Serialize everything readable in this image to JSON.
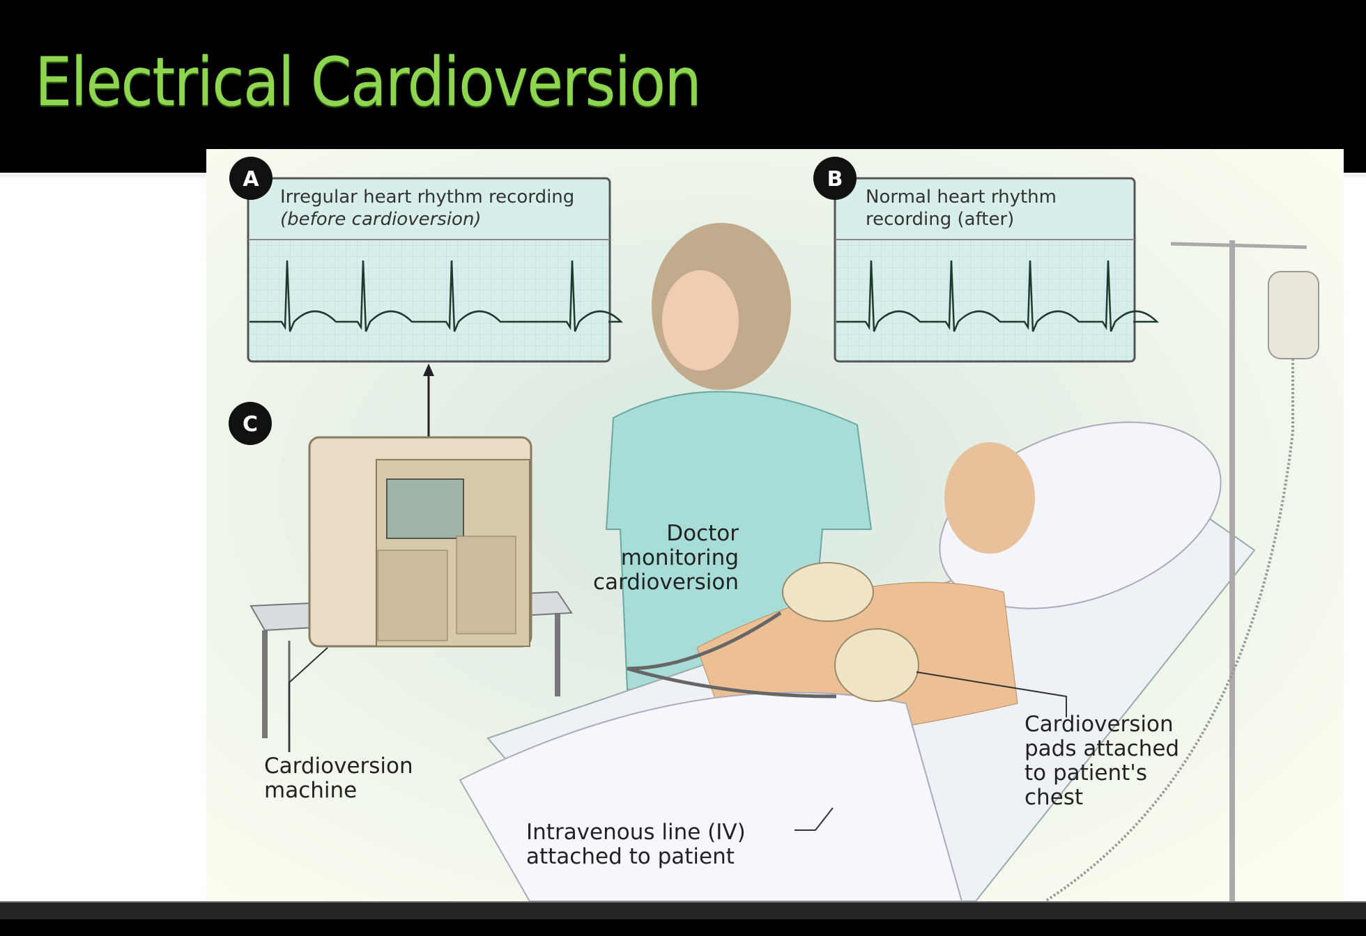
{
  "slide": {
    "title": "Electrical Cardioversion",
    "title_color": "#8fd650"
  },
  "figure": {
    "panel_a": {
      "badge": "A",
      "caption_line1": "Irregular heart rhythm recording",
      "caption_line2": "(before cardioversion)"
    },
    "panel_b": {
      "badge": "B",
      "caption_line1": "Normal heart rhythm",
      "caption_line2": "recording (after)"
    },
    "badge_c": "C",
    "labels": {
      "doctor": [
        "Doctor",
        "monitoring",
        "cardioversion"
      ],
      "machine": [
        "Cardioversion",
        "machine"
      ],
      "iv": [
        "Intravenous line (IV)",
        "attached to patient"
      ],
      "pads": [
        "Cardioversion",
        "pads attached",
        "to patient's",
        "chest"
      ]
    }
  }
}
